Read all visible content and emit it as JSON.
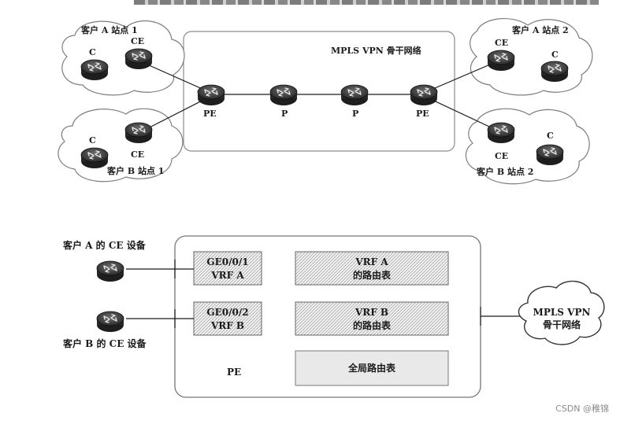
{
  "top_diagram": {
    "backbone_title": "MPLS VPN 骨干网络",
    "site_a1": "客户 A 站点 1",
    "site_a2": "客户 A 站点 2",
    "site_b1": "客户 B 站点 1",
    "site_b2": "客户 B 站点 2",
    "label_c": "C",
    "label_ce": "CE",
    "label_pe": "PE",
    "label_p": "P"
  },
  "bottom_diagram": {
    "ce_a_label": "客户 A 的 CE 设备",
    "ce_b_label": "客户 B 的 CE 设备",
    "if1_line1": "GE0/0/1",
    "if1_line2": "VRF A",
    "if2_line1": "GE0/0/2",
    "if2_line2": "VRF B",
    "vrf_a_line1": "VRF A",
    "vrf_a_line2": "的路由表",
    "vrf_b_line1": "VRF B",
    "vrf_b_line2": "的路由表",
    "global_table": "全局路由表",
    "pe_label": "PE",
    "cloud_line1": "MPLS VPN",
    "cloud_line2": "骨干网络"
  },
  "watermark": "CSDN @稚锦"
}
